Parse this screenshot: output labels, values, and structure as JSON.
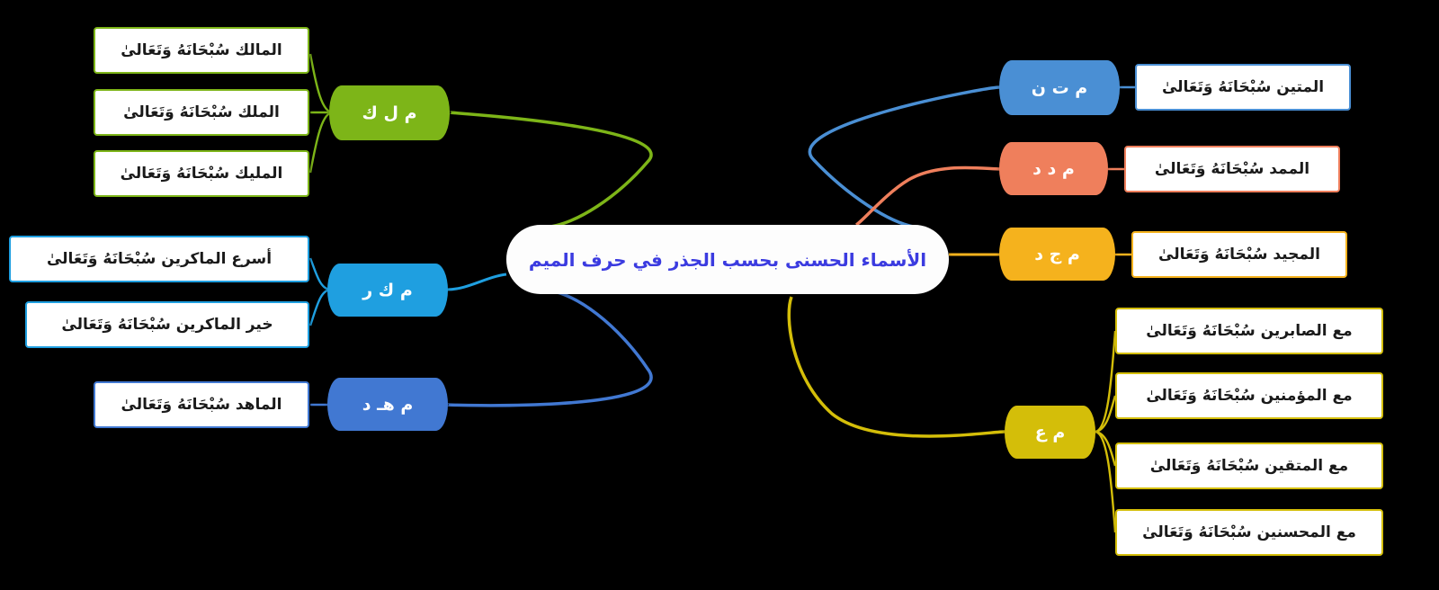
{
  "diagram": {
    "title": "الأسماء الحسنى بحسب الجذر في حرف الميم",
    "background_color": "#000000",
    "center_text_color": "#3B3BE0",
    "center_fill": "#FDFDFD"
  },
  "branches": [
    {
      "id": "m-l-k",
      "label": "م ل ك",
      "color": "#7DB518",
      "side": "left",
      "leaves": [
        {
          "label": "المالك سُبْحَانَهُ وَتَعَالىٰ"
        },
        {
          "label": "الملك سُبْحَانَهُ وَتَعَالىٰ"
        },
        {
          "label": "المليك سُبْحَانَهُ وَتَعَالىٰ"
        }
      ]
    },
    {
      "id": "m-k-r",
      "label": "م ك ر",
      "color": "#1F9FE0",
      "side": "left",
      "leaves": [
        {
          "label": "أسرع الماكرين سُبْحَانَهُ وَتَعَالىٰ"
        },
        {
          "label": "خير الماكرين سُبْحَانَهُ وَتَعَالىٰ"
        }
      ]
    },
    {
      "id": "m-h-d",
      "label": "م هـ د",
      "color": "#4178D2",
      "side": "left",
      "leaves": [
        {
          "label": "الماهد سُبْحَانَهُ وَتَعَالىٰ"
        }
      ]
    },
    {
      "id": "m-t-n",
      "label": "م ت ن",
      "color": "#4A8FD4",
      "side": "right",
      "leaves": [
        {
          "label": "المتين سُبْحَانَهُ وَتَعَالىٰ"
        }
      ]
    },
    {
      "id": "m-d-d",
      "label": "م د د",
      "color": "#EF7F5C",
      "side": "right",
      "leaves": [
        {
          "label": "الممد سُبْحَانَهُ وَتَعَالىٰ"
        }
      ]
    },
    {
      "id": "m-j-d",
      "label": "م ج د",
      "color": "#F5B21D",
      "side": "right",
      "leaves": [
        {
          "label": "المجيد سُبْحَانَهُ وَتَعَالىٰ"
        }
      ]
    },
    {
      "id": "m-aa",
      "label": "م ع",
      "color": "#D4BE09",
      "side": "right",
      "leaves": [
        {
          "label": "مع الصابرين سُبْحَانَهُ وَتَعَالىٰ"
        },
        {
          "label": "مع المؤمنين سُبْحَانَهُ وَتَعَالىٰ"
        },
        {
          "label": "مع المتقين سُبْحَانَهُ وَتَعَالىٰ"
        },
        {
          "label": "مع المحسنين سُبْحَانَهُ وَتَعَالىٰ"
        }
      ]
    }
  ]
}
